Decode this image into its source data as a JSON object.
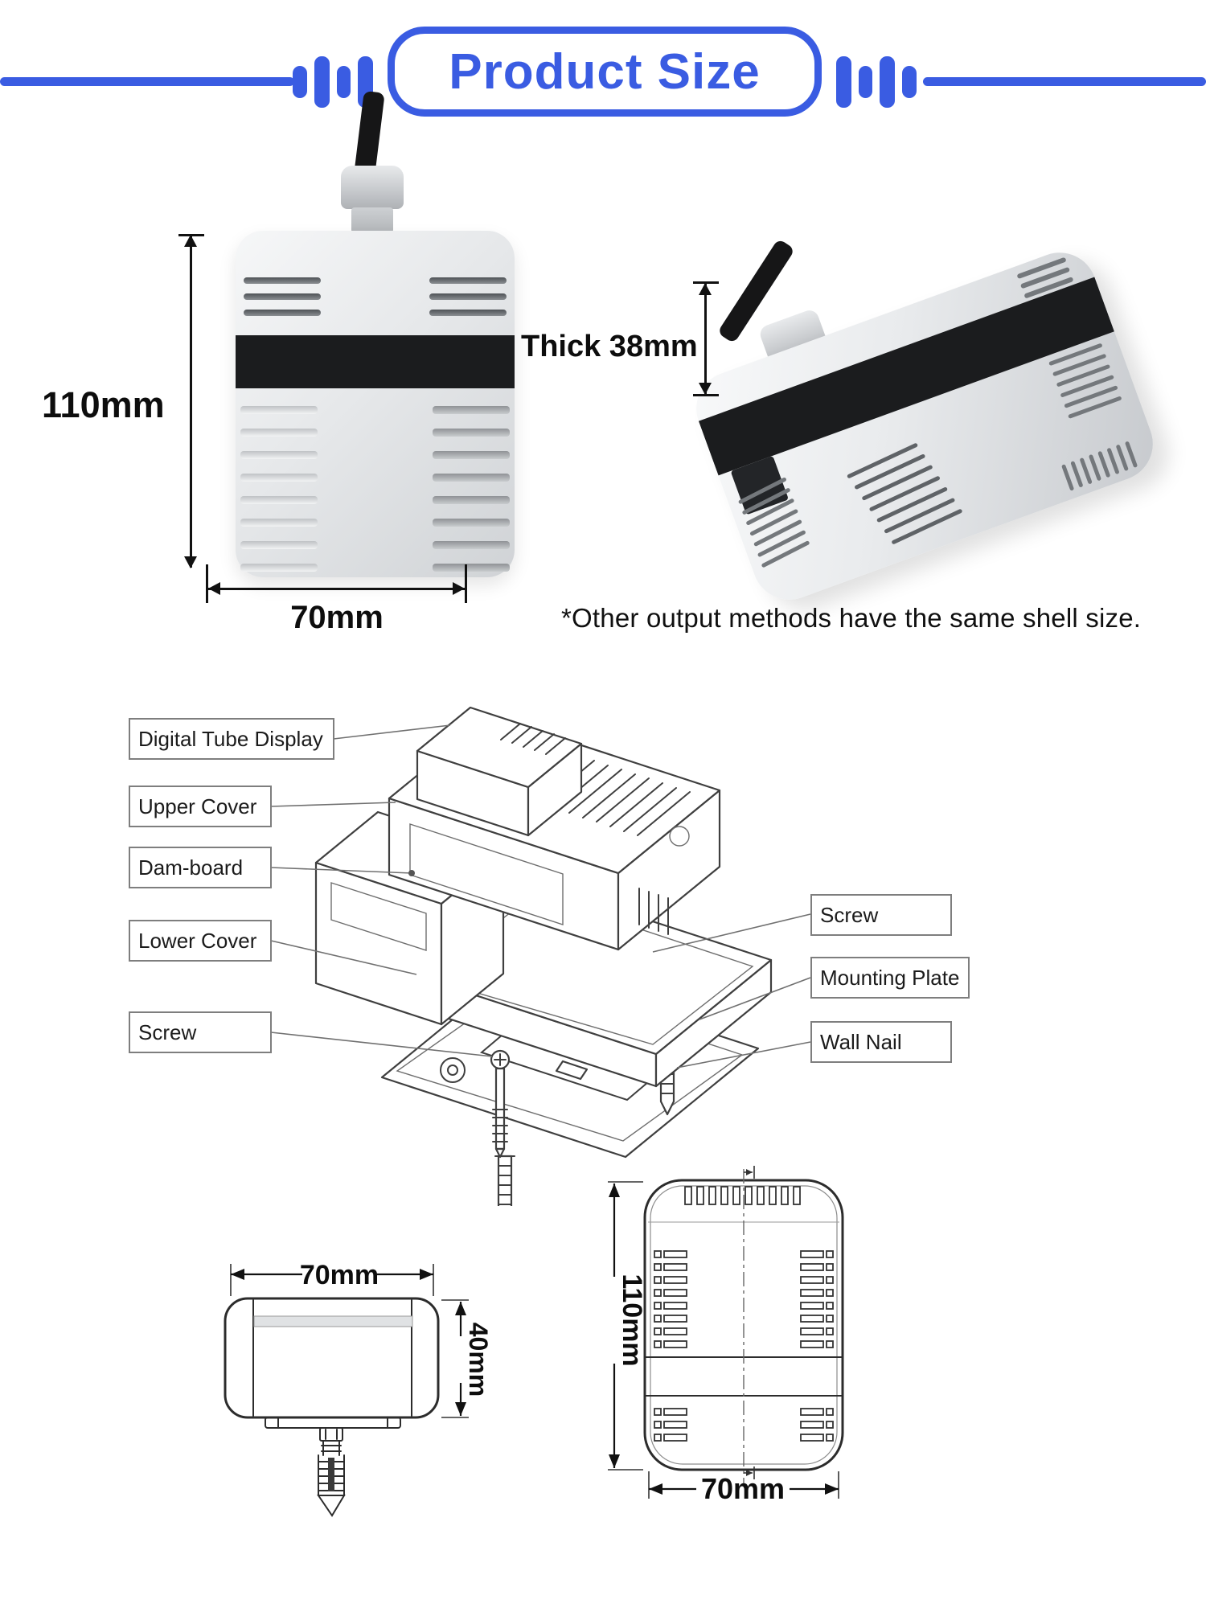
{
  "header": {
    "title": "Product Size",
    "accent_color": "#3a5ce2"
  },
  "front_view": {
    "height": "110mm",
    "width": "70mm"
  },
  "perspective_view": {
    "thickness": "Thick 38mm"
  },
  "note": {
    "text": "*Other output methods have the same shell size."
  },
  "exploded": {
    "left_labels": [
      "Digital Tube Display",
      "Upper Cover",
      "Dam-board",
      "Lower Cover",
      "Screw"
    ],
    "right_labels": [
      "Screw",
      "Mounting Plate",
      "Wall Nail"
    ]
  },
  "side_drawing": {
    "width": "70mm",
    "height": "40mm"
  },
  "back_drawing": {
    "height": "110mm",
    "width": "70mm"
  }
}
